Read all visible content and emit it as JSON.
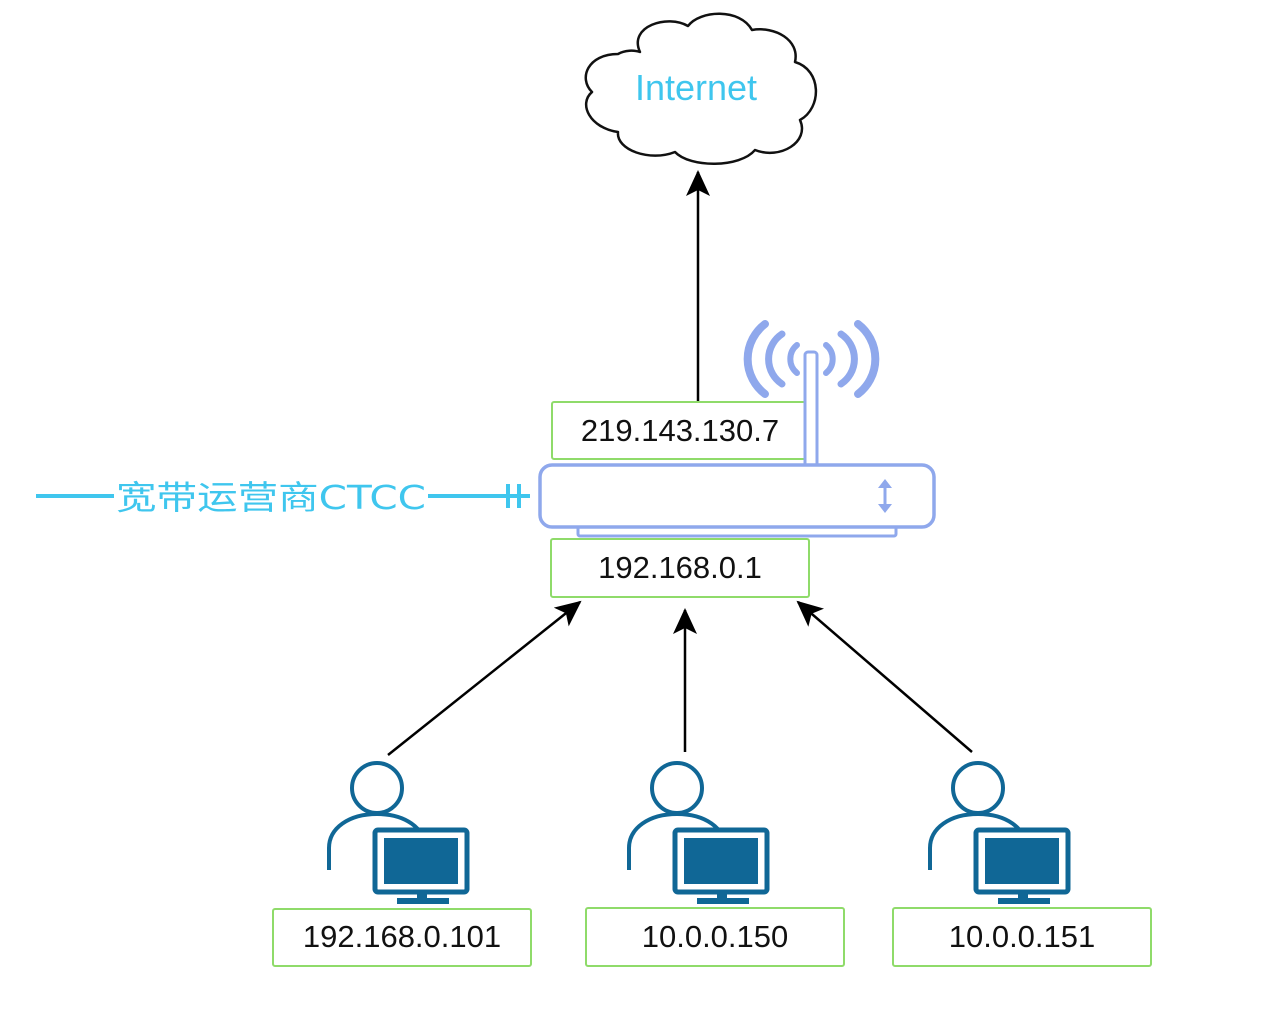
{
  "cloud": {
    "label": "Internet"
  },
  "router": {
    "wan_ip": "219.143.130.7",
    "lan_ip": "192.168.0.1",
    "port_icon": "updown-arrow-icon",
    "antenna_icon": "wifi-antenna-icon"
  },
  "isp": {
    "label": "宽带运营商CTCC"
  },
  "hosts": [
    {
      "ip": "192.168.0.101",
      "icon": "user-computer-icon"
    },
    {
      "ip": "10.0.0.150",
      "icon": "user-computer-icon"
    },
    {
      "ip": "10.0.0.151",
      "icon": "user-computer-icon"
    }
  ],
  "colors": {
    "cloud_text": "#3fc6ee",
    "isp_line": "#3fc6ee",
    "router_outline": "#8fa8ec",
    "label_border": "#8fdb6a",
    "host_icon": "#106796",
    "arrow": "#000000"
  }
}
